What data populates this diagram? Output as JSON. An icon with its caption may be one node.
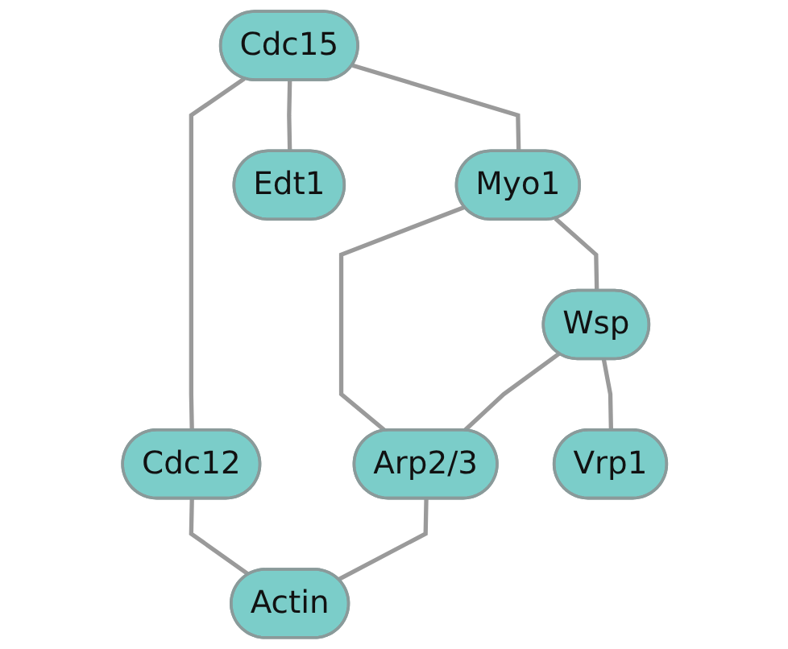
{
  "diagram": {
    "nodes": [
      {
        "text": [
          "Cdc15"
        ]
      },
      {
        "text": [
          "Myo1"
        ]
      },
      {
        "text": [
          "Cdc12"
        ]
      },
      {
        "text": [
          "Edt1"
        ]
      },
      {
        "text": [
          "Wsp"
        ]
      },
      {
        "text": [
          "Arp2/3"
        ]
      },
      {
        "text": [
          "Vrp1"
        ]
      },
      {
        "text": [
          "Actin"
        ]
      }
    ],
    "edges": [
      {
        "from": 0,
        "to": 1,
        "arrow": "none"
      },
      {
        "from": 0,
        "to": 2,
        "arrow": "none"
      },
      {
        "from": 0,
        "to": 3,
        "arrow": "none"
      },
      {
        "from": 1,
        "to": 4,
        "arrow": "none"
      },
      {
        "from": 1,
        "to": 5,
        "arrow": "none"
      },
      {
        "from": 2,
        "to": 7,
        "arrow": "none"
      },
      {
        "from": 4,
        "to": 5,
        "arrow": "none"
      },
      {
        "from": 4,
        "to": 6,
        "arrow": "none"
      },
      {
        "from": 5,
        "to": 7,
        "arrow": "none"
      }
    ]
  }
}
